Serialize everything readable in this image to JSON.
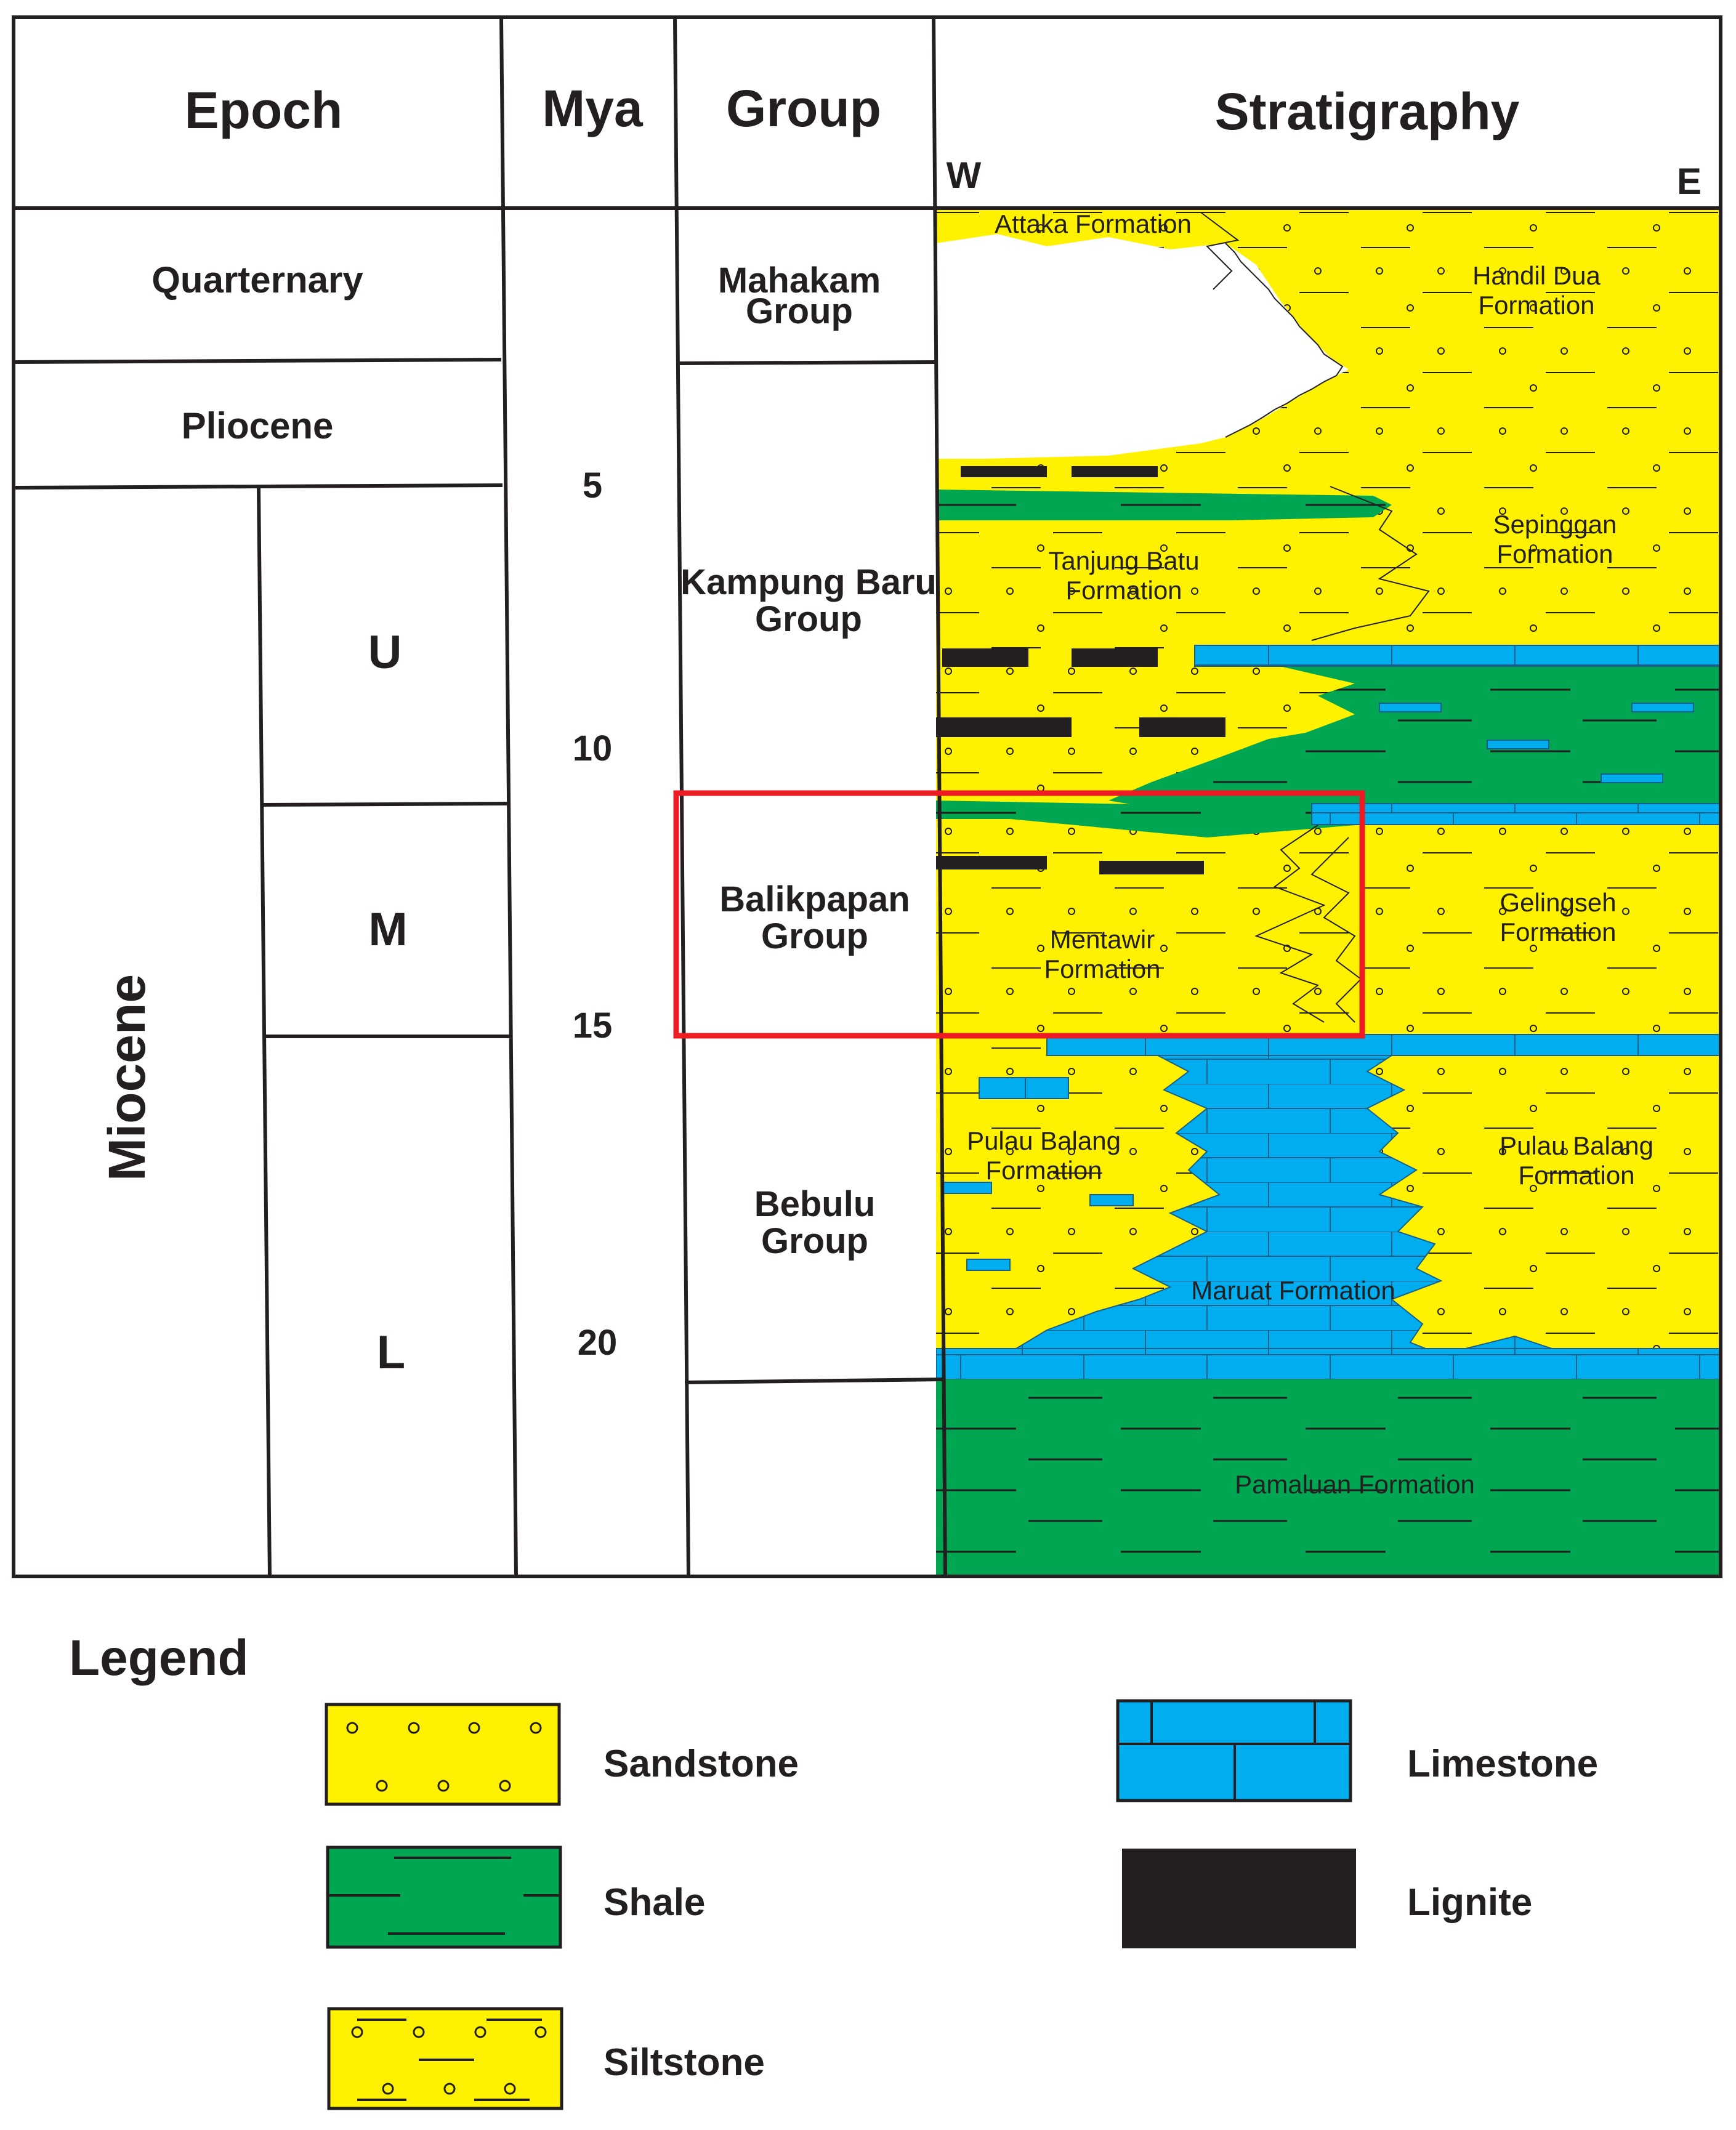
{
  "headers": {
    "epoch": "Epoch",
    "mya": "Mya",
    "group": "Group",
    "stratigraphy": "Stratigraphy",
    "west": "W",
    "east": "E"
  },
  "epochs": {
    "quarternary": "Quarternary",
    "pliocene": "Pliocene",
    "miocene": "Miocene",
    "upper": "U",
    "middle": "M",
    "lower": "L"
  },
  "ages": [
    "5",
    "10",
    "15",
    "20"
  ],
  "groups": {
    "mahakam_1": "Mahakam",
    "mahakam_2": "Group",
    "kampung_1": "Kampung Baru",
    "kampung_2": "Group",
    "balikpapan_1": "Balikpapan",
    "balikpapan_2": "Group",
    "bebulu_1": "Bebulu",
    "bebulu_2": "Group"
  },
  "formations": {
    "attaka": "Attaka Formation",
    "handil_1": "Handil Dua",
    "handil_2": "Formation",
    "sepinggan_1": "Sepinggan",
    "sepinggan_2": "Formation",
    "tanjung_1": "Tanjung Batu",
    "tanjung_2": "Formation",
    "gelingseh_1": "Gelingseh",
    "gelingseh_2": "Formation",
    "mentawir_1": "Mentawir",
    "mentawir_2": "Formation",
    "pulau_w_1": "Pulau Balang",
    "pulau_w_2": "Formation",
    "pulau_e_1": "Pulau Balang",
    "pulau_e_2": "Formation",
    "maruat": "Maruat Formation",
    "pamaluan": "Pamaluan Formation"
  },
  "legend": {
    "title": "Legend",
    "sandstone": "Sandstone",
    "shale": "Shale",
    "siltstone": "Siltstone",
    "limestone": "Limestone",
    "lignite": "Lignite"
  },
  "colors": {
    "sandstone": "#fff200",
    "shale": "#00a651",
    "limestone": "#00aeef",
    "lignite": "#231f20",
    "highlight": "#ed1c24"
  }
}
